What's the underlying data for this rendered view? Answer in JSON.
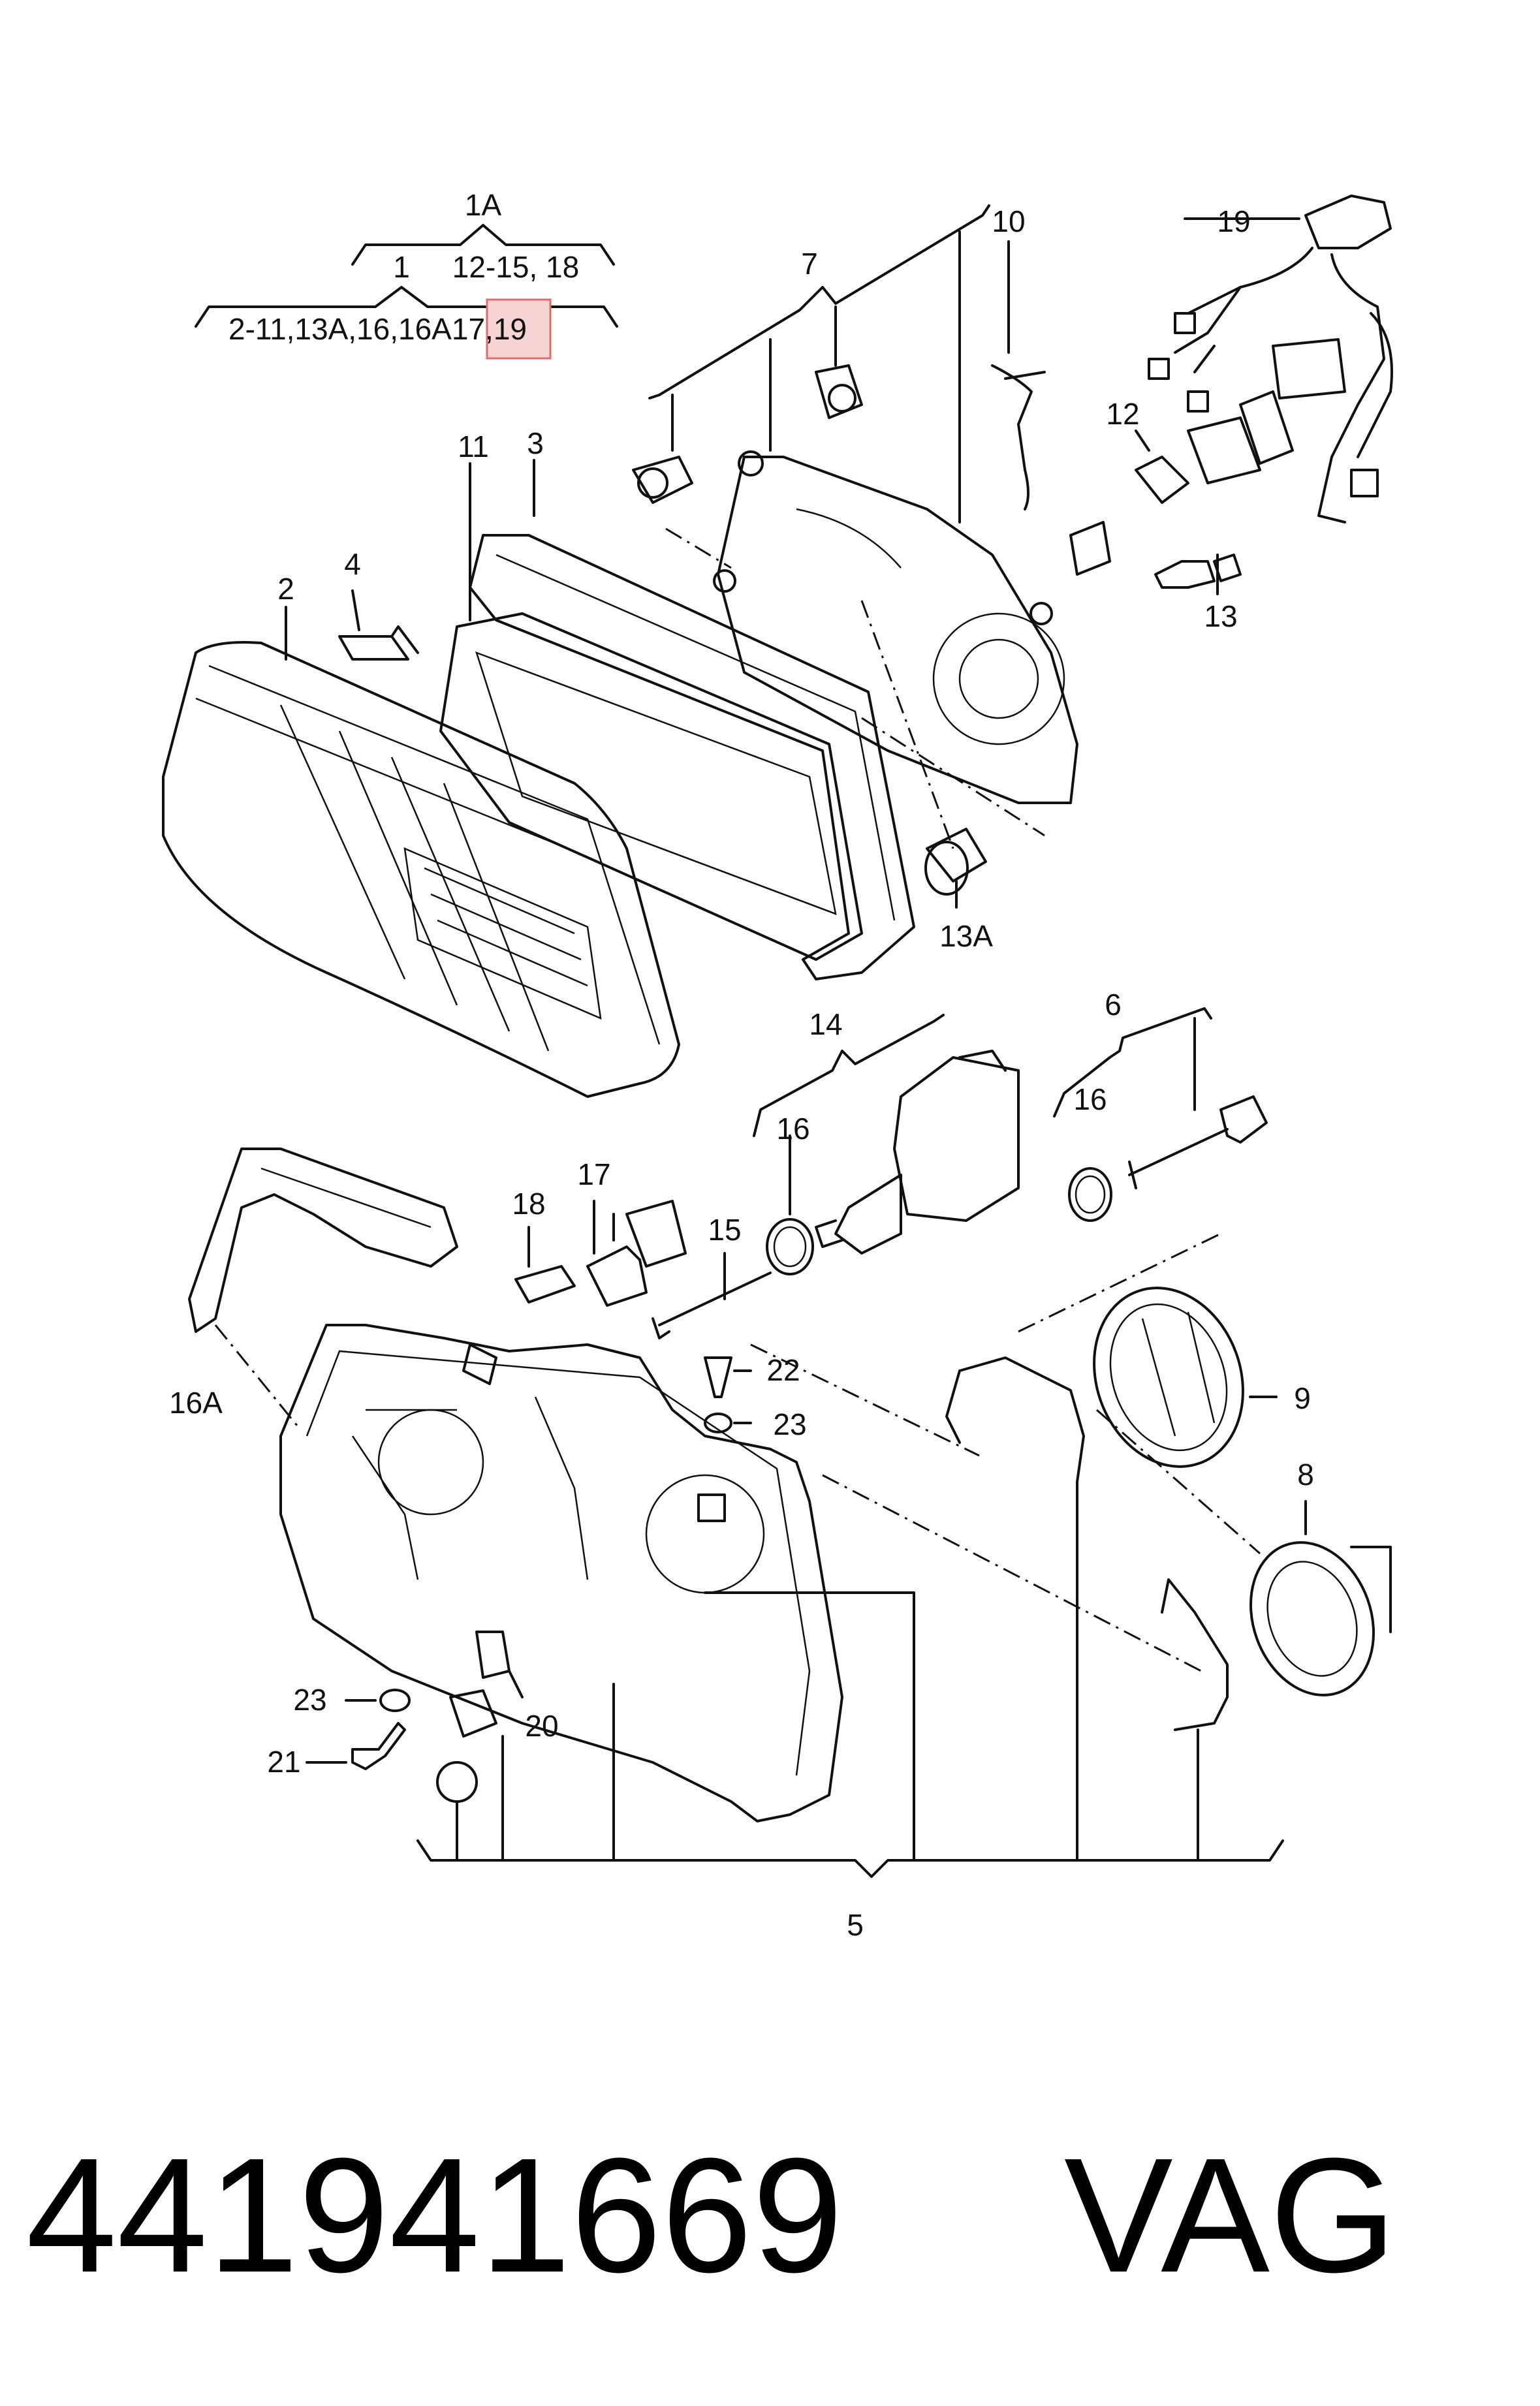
{
  "header": {
    "top": "1A",
    "middle_left": "1",
    "middle_right": "12-15, 18",
    "bottom_pre": "2-11,13A,16,16A",
    "bottom_highlight": "17,",
    "bottom_post": "19"
  },
  "callouts": {
    "c2": "2",
    "c3": "3",
    "c4": "4",
    "c5": "5",
    "c6": "6",
    "c7": "7",
    "c8": "8",
    "c9": "9",
    "c10": "10",
    "c11": "11",
    "c12": "12",
    "c13": "13",
    "c13A": "13A",
    "c14": "14",
    "c15": "15",
    "c16a": "16",
    "c16b": "16",
    "c16A": "16A",
    "c17": "17",
    "c18": "18",
    "c19": "19",
    "c20": "20",
    "c21": "21",
    "c22": "22",
    "c23a": "23",
    "c23b": "23"
  },
  "footer": {
    "part_number": "441941669",
    "brand": "VAG"
  },
  "colors": {
    "highlight_fill": "#f7d4d4",
    "highlight_stroke": "#e06b6b",
    "ink": "#111111"
  }
}
